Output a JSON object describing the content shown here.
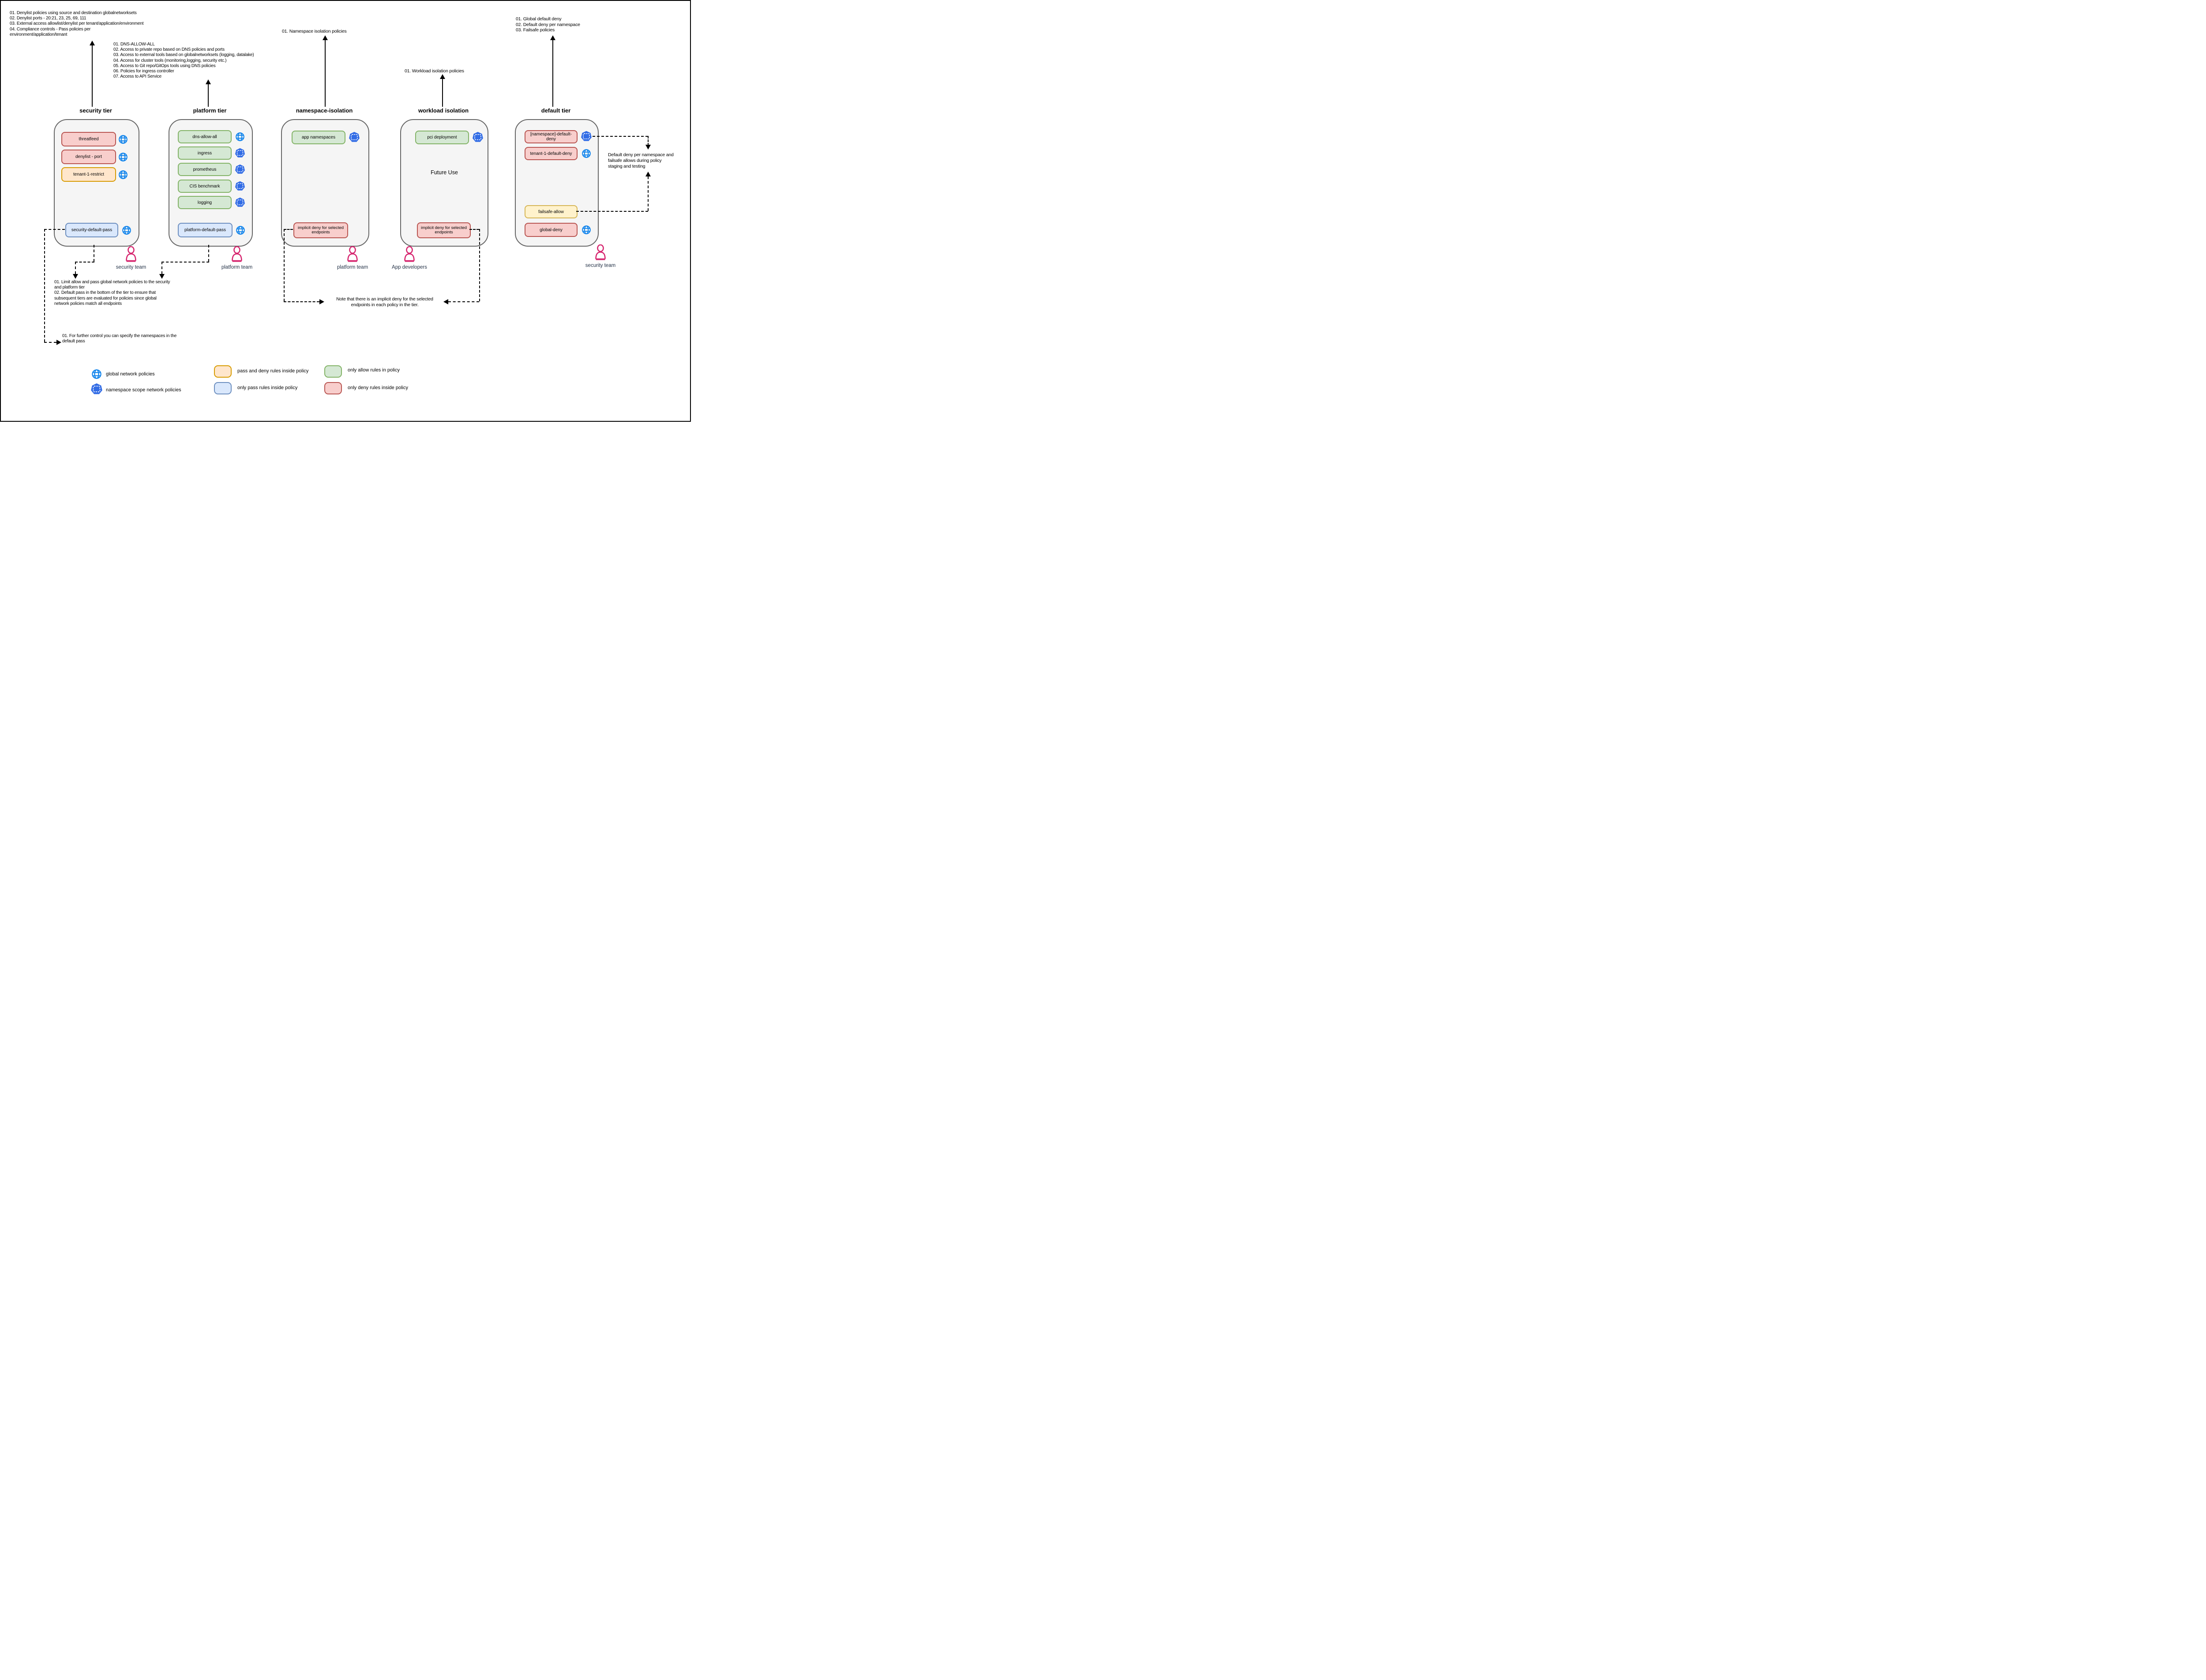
{
  "colors": {
    "red-fill": "#f8cecc",
    "red-border": "#b85450",
    "orange-fill": "#ffe6cc",
    "orange-border": "#d79b00",
    "yellow-fill": "#fff2cc",
    "yellow-border": "#d6b656",
    "green-fill": "#d5e8d4",
    "green-border": "#82b366",
    "blue-fill": "#dae8fc",
    "blue-border": "#6c8ebf",
    "tier-fill": "#f5f5f5",
    "tier-border": "#666666",
    "globe-blue": "#1385ec",
    "k8s-blue": "#326ce5",
    "person-pink": "#d6246e",
    "team-label": "#243247"
  },
  "notes": {
    "security_top": {
      "lines": [
        "01. Denylist policies using source and destination globalnetworksets",
        "02. Denylist ports - 20:21, 23, 25, 69, 111",
        "03. External access allowlist/denylist per tenant/application/environment",
        "04. Compliance controls - Pass policies per",
        "environment/application/tenant"
      ]
    },
    "platform_top": {
      "lines": [
        "01. DNS-ALLOW-ALL",
        "02. Access to private repo based on DNS policies and ports",
        "03. Access to external tools based on globalnetworksets (logging, datalake)",
        "04. Access for cluster tools (monitoring,logging, security etc.)",
        "05. Access to Git repo/GitOps tools using DNS policies",
        "06. Policies for ingress controller",
        "07. Access to API Service"
      ]
    },
    "namespace_top": "01. Namespace isolation policies",
    "workload_top": "01. Workload isolation policies",
    "default_top": {
      "lines": [
        "01. Global default deny",
        "02. Default deny per namespace",
        "03. Failsafe policies"
      ]
    },
    "pass_limits": {
      "lines": [
        "01. Limit allow and pass global network policies to the security",
        "and platform tier",
        "02. Default pass in the bottom of the tier to ensure that",
        "subsequent tiers are evaluated for policies since global",
        "network policies match all endpoints"
      ]
    },
    "further_control": {
      "lines": [
        "01. For further control you can specify the namespaces in the",
        "default pass"
      ]
    },
    "implicit_deny_note": {
      "lines": [
        "Note that there is an implicit deny for the selected",
        "endpoints in each policy in the tier."
      ]
    },
    "staging_note": {
      "lines": [
        "Default deny per namespace and",
        "failsafe allows during policy",
        "staging and testing"
      ]
    }
  },
  "tiers": {
    "security": {
      "title": "security tier",
      "policies": [
        "threatfeed",
        "denylist - port",
        "tenant-1-restrict",
        "security-default-pass"
      ]
    },
    "platform": {
      "title": "platform tier",
      "policies": [
        "dns-allow-all",
        "ingress",
        "prometheus",
        "CIS benchmark",
        "logging",
        "platform-default-pass"
      ]
    },
    "namespace": {
      "title": "namespace-isolation",
      "policies": [
        "app namespaces",
        "implicit deny for selected endpoints"
      ]
    },
    "workload": {
      "title": "workload isolation",
      "center_text": "Future Use",
      "policies": [
        "pci deployment",
        "implicit deny for selected endpoints"
      ]
    },
    "default": {
      "title": "default tier",
      "policies": [
        "[namespace]-default-deny",
        "tenant-1-default-deny",
        "failsafe-allow",
        "global-deny"
      ]
    }
  },
  "teams": {
    "security1": "security team",
    "platform1": "platform team",
    "platform2": "platform team",
    "appdev": "App developers",
    "security2": "security team"
  },
  "legend": {
    "globe": "global network policies",
    "namespace": "namespace scope network policies",
    "orange": "pass and deny rules inside policy",
    "blue": "only pass rules inside policy",
    "green": "only allow rules in policy",
    "red": "only deny rules inside policy"
  }
}
